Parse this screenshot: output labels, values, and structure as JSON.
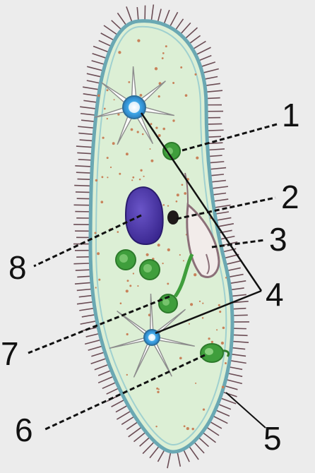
{
  "labels": [
    "1",
    "2",
    "3",
    "4",
    "5",
    "6",
    "7",
    "8"
  ],
  "colors": {
    "background": "#ececec",
    "cytoplasm": "#dcefd5",
    "pellicle": "#6aa8b3",
    "cilia": "#6b4d55",
    "macronucleus": "#4b35a7",
    "micronucleus": "#1e1a1a",
    "food_vacuole": "#3f9e3c",
    "contractile_vacuole_center": "#3ea6e6",
    "granules": "#c8825a",
    "leader_line": "#111111"
  },
  "icons": {
    "organism": "paramecium-cell-diagram"
  }
}
